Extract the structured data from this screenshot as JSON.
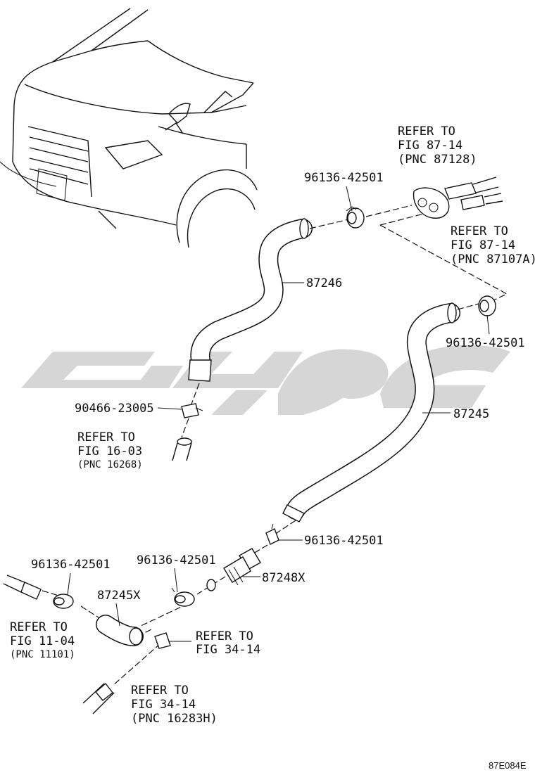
{
  "labels": {
    "clamp_top": "96136-42501",
    "refer_top_1": "REFER TO",
    "refer_top_2": "FIG 87-14",
    "refer_top_3": "(PNC 87128)",
    "refer_right_1": "REFER TO",
    "refer_right_2": "FIG 87-14",
    "refer_right_3": "(PNC 87107A)",
    "hose_87246": "87246",
    "clamp_right": "96136-42501",
    "clamp_90466": "90466-23005",
    "refer_left_1": "REFER TO",
    "refer_left_2": "FIG 16-03",
    "refer_left_3": "(PNC 16268)",
    "hose_87245": "87245",
    "clamp_mid": "96136-42501",
    "clamp_bl": "96136-42501",
    "clamp_bc": "96136-42501",
    "hose_87248x": "87248X",
    "hose_87245x": "87245X",
    "refer_bl_1": "REFER TO",
    "refer_bl_2": "FIG 11-04",
    "refer_bl_3": "(PNC 11101)",
    "refer_b1_1": "REFER TO",
    "refer_b1_2": "FIG 34-14",
    "refer_b2_1": "REFER TO",
    "refer_b2_2": "FIG 34-14",
    "refer_b2_3": "(PNC 16283H)",
    "diagram_code": "87E084E"
  }
}
